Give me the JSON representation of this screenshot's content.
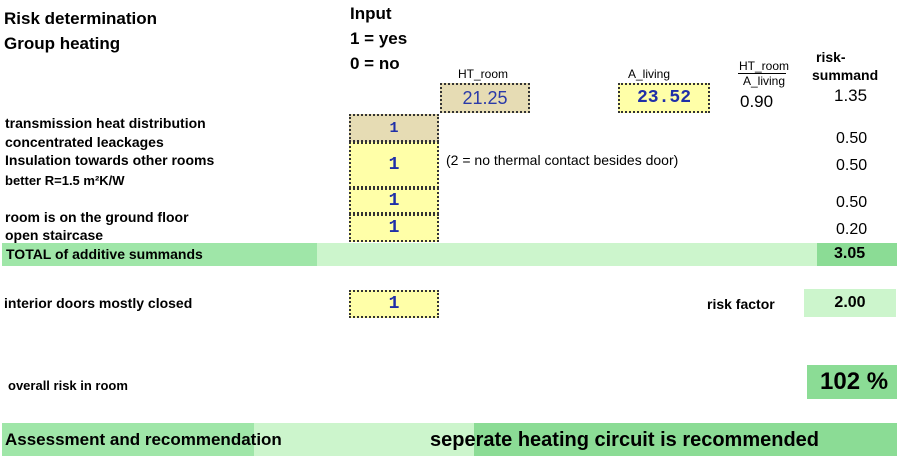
{
  "header": {
    "title_line1": "Risk determination",
    "title_line2": "Group heating",
    "input_line1": "Input",
    "input_line2": "1 = yes",
    "input_line3": "0 = no"
  },
  "columns": {
    "ht_room_label": "HT_room",
    "ht_room_value": "21.25",
    "a_living_label": "A_living",
    "a_living_value": "23.52",
    "ratio_numerator": "HT_room",
    "ratio_denominator": "A_living",
    "ratio_value": "0.90",
    "risk_summand_line1": "risk-",
    "risk_summand_line2": "summand",
    "risk_summand_first": "1.35"
  },
  "rows": [
    {
      "label": "transmission heat distribution",
      "input": "",
      "summand": ""
    },
    {
      "label": "concentrated leackages",
      "input": "1",
      "summand": "0.50"
    },
    {
      "label": "Insulation towards other rooms",
      "input": "1",
      "summand": "0.50"
    },
    {
      "label": "better R=1.5 m²K/W",
      "input": "",
      "summand": ""
    },
    {
      "label": "",
      "input": "1",
      "summand": "0.50"
    },
    {
      "label": "room is on the ground floor",
      "input": "",
      "summand": ""
    },
    {
      "label": "open staircase",
      "input": "1",
      "summand": "0.20"
    }
  ],
  "note": "(2 = no thermal contact besides door)",
  "total": {
    "label": "TOTAL of additive summands",
    "value": "3.05"
  },
  "doors": {
    "label": "interior doors mostly closed",
    "input": "1",
    "risk_factor_label": "risk factor",
    "risk_factor_value": "2.00"
  },
  "overall": {
    "label": "overall risk in room",
    "value": "102 %"
  },
  "assessment": {
    "label": "Assessment and recommendation",
    "recommendation": "seperate heating circuit is recommended"
  },
  "colors": {
    "green_light": "#ccf5cc",
    "green_mid": "#9fe6a8",
    "green_dark": "#8bdc95",
    "input_yellow": "#ffffa8",
    "input_beige": "#e6dcb4",
    "input_text": "#1f2fa8"
  }
}
